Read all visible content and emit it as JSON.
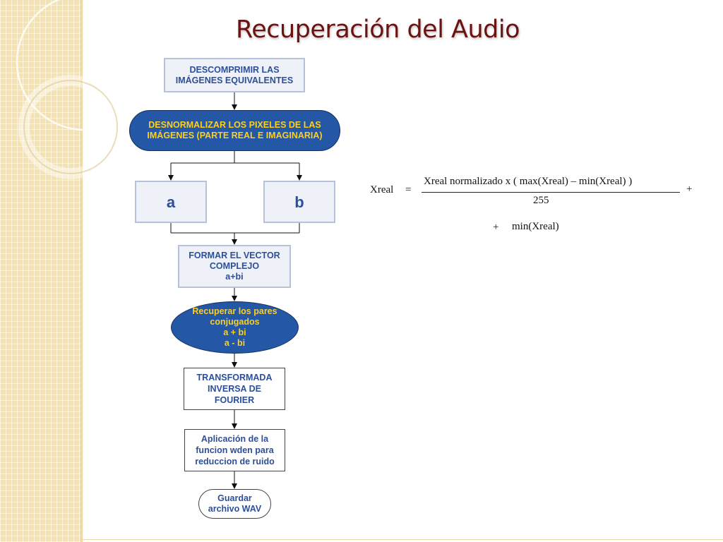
{
  "title": "Recuperación  del Audio",
  "flowchart": {
    "step1": "DESCOMPRIMIR LAS\nIMÁGENES EQUIVALENTES",
    "step2": "DESNORMALIZAR LOS PIXELES DE LAS\nIMÁGENES (PARTE REAL E IMAGINARIA)",
    "branch_a": "a",
    "branch_b": "b",
    "step3": "FORMAR EL VECTOR\nCOMPLEJO\na+bi",
    "step4": "Recuperar los pares\nconjugados\na + bi\na - bi",
    "step5": "TRANSFORMADA\nINVERSA DE\nFOURIER",
    "step6": "Aplicación de la\nfuncion wden para\nreduccion de ruido",
    "step7": "Guardar\narchivo WAV"
  },
  "formula": {
    "lhs": "Xreal",
    "equals": "=",
    "numerator": "Xreal normalizado x ( max(Xreal) – min(Xreal) )",
    "denominator": "255",
    "plus": "+",
    "continuation_plus": "+",
    "continuation_term": "min(Xreal)"
  },
  "colors": {
    "title": "#6b1212",
    "dark_fill": "#2457a5",
    "dark_text": "#ffcf1f",
    "light_text": "#2c4f9a",
    "sidebar": "#f3e2b4"
  }
}
